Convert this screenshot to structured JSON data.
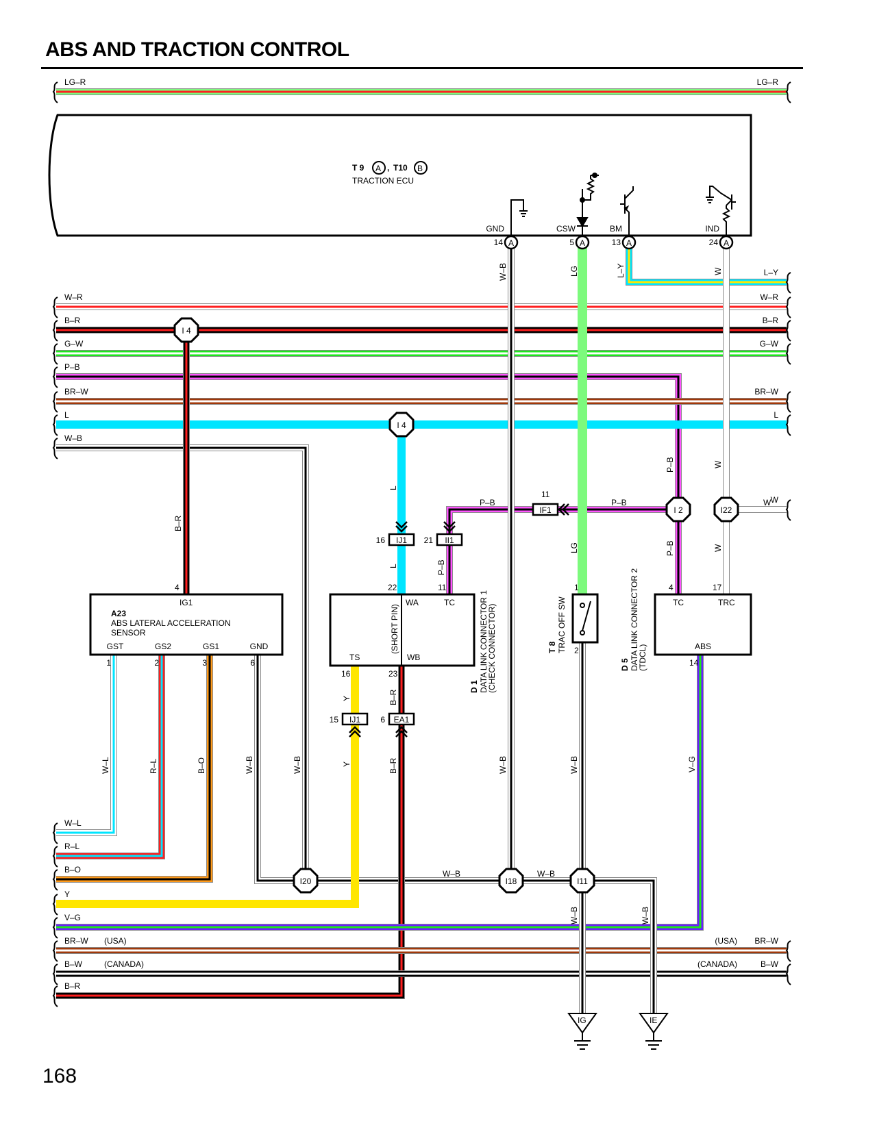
{
  "page": {
    "title": "ABS AND TRACTION CONTROL",
    "page_number": "168"
  },
  "colors": {
    "LG": "#7dfa7d",
    "R": "#ff1f1f",
    "B": "#000000",
    "W": "#ffffff",
    "G": "#1ee61e",
    "P": "#ff55ff",
    "BR": "#a0380a",
    "L": "#00e5ff",
    "Y": "#ffe600",
    "O": "#ff9a1a",
    "V": "#6a1fff",
    "GRAY": "#a9a9a9"
  },
  "ecu": {
    "connector_line": "T 9 (A), T10 (B)",
    "code1": "T 9",
    "badge1": "A",
    "code2": "T10",
    "badge2": "B",
    "name": "TRACTION ECU",
    "pins": [
      {
        "label": "GND",
        "num": "14",
        "conn": "A"
      },
      {
        "label": "CSW",
        "num": "5",
        "conn": "A"
      },
      {
        "label": "BM",
        "num": "13",
        "conn": "A"
      },
      {
        "label": "IND",
        "num": "24",
        "conn": "A"
      }
    ]
  },
  "left_wires": [
    {
      "label": "LG–R"
    },
    {
      "label": "W–R"
    },
    {
      "label": "B–R"
    },
    {
      "label": "G–W"
    },
    {
      "label": "P–B"
    },
    {
      "label": "BR–W"
    },
    {
      "label": "L"
    },
    {
      "label": "W–B"
    },
    {
      "label": "W–L"
    },
    {
      "label": "R–L"
    },
    {
      "label": "B–O"
    },
    {
      "label": "Y"
    },
    {
      "label": "V–G"
    },
    {
      "label": "BR–W",
      "note": "(USA)"
    },
    {
      "label": "B–W",
      "note": "(CANADA)"
    },
    {
      "label": "B–R"
    }
  ],
  "right_wires": [
    {
      "label": "LG–R"
    },
    {
      "label": "L–Y"
    },
    {
      "label": "W–R"
    },
    {
      "label": "B–R"
    },
    {
      "label": "G–W"
    },
    {
      "label": "BR–W"
    },
    {
      "label": "L"
    },
    {
      "label": "W"
    },
    {
      "label": "BR–W",
      "note": "(USA)"
    },
    {
      "label": "B–W",
      "note": "(CANADA)"
    }
  ],
  "junctions": {
    "i4_top": "I 4",
    "i4_mid": "I 4",
    "i2": "I 2",
    "i22": "I22",
    "i20": "I20",
    "i18": "I18",
    "i11": "I11"
  },
  "connectors": {
    "ij1_top": {
      "id": "IJ1",
      "pin": "16"
    },
    "ii1": {
      "id": "II1",
      "pin": "21"
    },
    "if1": {
      "id": "IF1",
      "pin": "11"
    },
    "ij1_bot": {
      "id": "IJ1",
      "pin": "15"
    },
    "ea1": {
      "id": "EA1",
      "pin": "6"
    }
  },
  "sensor": {
    "code": "A23",
    "name_line1": "ABS LATERAL ACCELERATION",
    "name_line2": "SENSOR",
    "top_pin_label": "IG1",
    "top_pin_num": "4",
    "pins": [
      {
        "label": "GST",
        "num": "1"
      },
      {
        "label": "GS2",
        "num": "2"
      },
      {
        "label": "GS1",
        "num": "3"
      },
      {
        "label": "GND",
        "num": "6"
      }
    ]
  },
  "dlc1": {
    "code": "D 1",
    "name_line1": "DATA LINK CONNECTOR 1",
    "name_line2": "(CHECK CONNECTOR)",
    "short_pin": "(SHORT PIN)",
    "pins": {
      "WA": "22",
      "TC": "11",
      "TS": "16",
      "WB": "23"
    }
  },
  "switch": {
    "code": "T 8",
    "name": "TRAC OFF SW",
    "pin_top": "1",
    "pin_bottom": "2"
  },
  "dlc2": {
    "code": "D 5",
    "name_line1": "DATA LINK CONNECTOR 2",
    "name_line2": "(TDCL)",
    "pins": {
      "TC": "4",
      "TRC": "17",
      "ABS": "14"
    }
  },
  "wire_labels": {
    "gnd_wb": "W–B",
    "csw_lg": "LG",
    "bm_ly": "L–Y",
    "ind_w": "W",
    "i4_br": "B–R",
    "i4_l": "L",
    "ij1_l": "L",
    "ii1_pb": "P–B",
    "pb_h1": "P–B",
    "pb_h2": "P–B",
    "lg_mid": "LG",
    "i2_pb_up": "P–B",
    "i2_pb_down": "P–B",
    "i22_w_up": "W",
    "i22_w_down": "W",
    "i22_w_right": "W",
    "ts_y": "Y",
    "wb_br": "B–R",
    "y_low": "Y",
    "br_low": "B–R",
    "wl": "W–L",
    "rl": "R–L",
    "bo": "B–O",
    "wb1": "W–B",
    "wb2": "W–B",
    "wb3": "W–B",
    "wb4": "W–B",
    "vg": "V–G",
    "i20_wb": "W–B",
    "i18_wb": "W–B",
    "i11_wb": "W–B",
    "ie_wb": "W–B"
  },
  "grounds": {
    "ig": "IG",
    "ie": "IE"
  }
}
